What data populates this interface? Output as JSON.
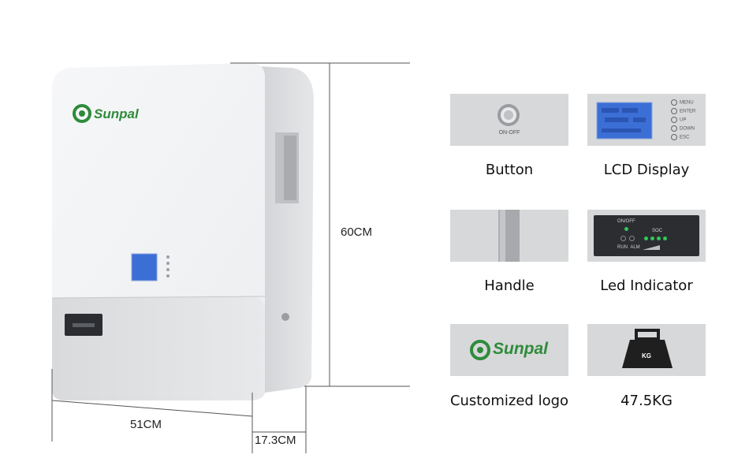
{
  "brand": {
    "name": "Sunpal",
    "accent": "#2e8b3a"
  },
  "dimensions": {
    "height": "60CM",
    "width": "51CM",
    "depth": "17.3CM"
  },
  "button_panel": {
    "label": "ON-OFF"
  },
  "lcd_panel": {
    "keys": [
      "MENU",
      "ENTER",
      "UP",
      "DOWN",
      "ESC"
    ]
  },
  "led_panel": {
    "on_off": "ON/OFF",
    "soc": "SOC",
    "run": "RUN",
    "alm": "ALM"
  },
  "weight_panel": {
    "tag": "KG"
  },
  "features": [
    {
      "caption": "Button"
    },
    {
      "caption": "LCD Display"
    },
    {
      "caption": "Handle"
    },
    {
      "caption": "Led Indicator"
    },
    {
      "caption": "Customized logo"
    },
    {
      "caption": "47.5KG"
    }
  ],
  "colors": {
    "panel_bg": "#d7d8da",
    "lcd_blue": "#3b6fd6",
    "led_green": "#34c759",
    "body_white": "#f3f4f6"
  }
}
